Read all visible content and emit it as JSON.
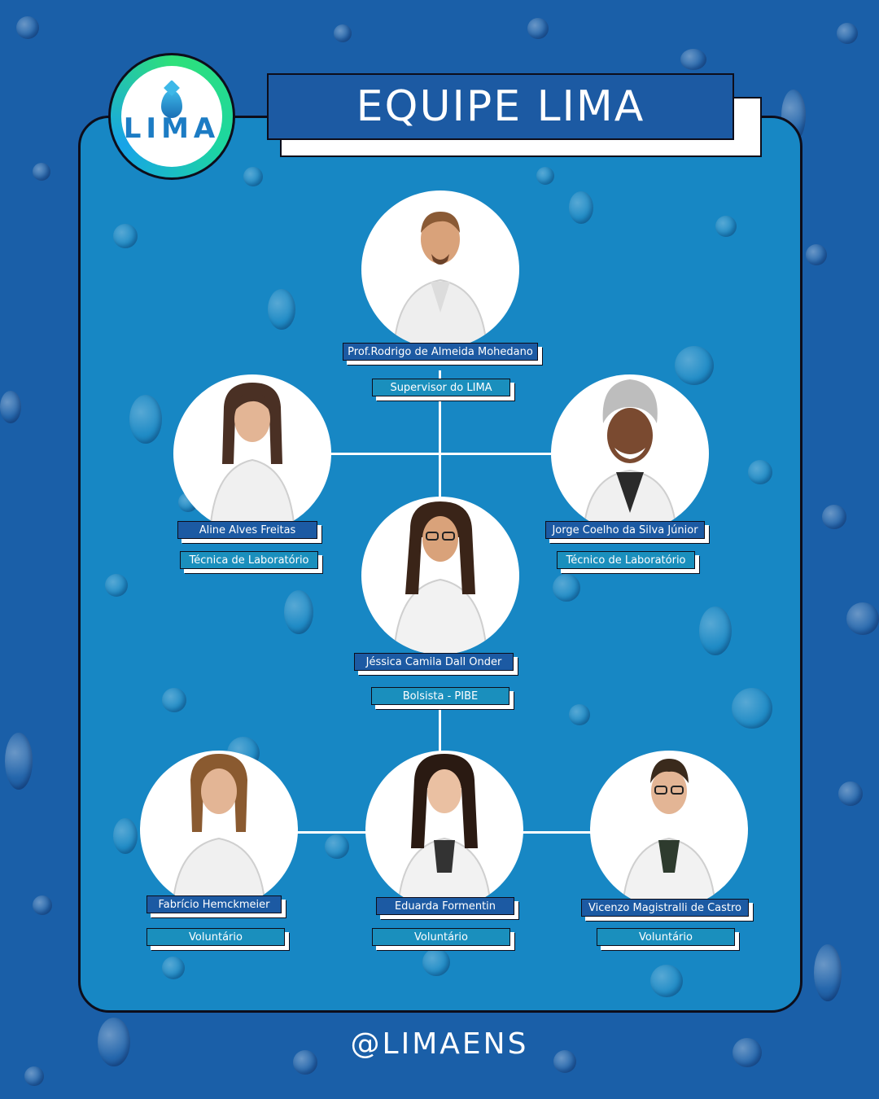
{
  "header": {
    "title": "EQUIPE LIMA"
  },
  "logo": {
    "text": "LIMA",
    "icon": "water-drop-icon"
  },
  "members": [
    {
      "id": "rodrigo",
      "name": "Prof.Rodrigo de Almeida Mohedano",
      "role": "Supervisor do LIMA"
    },
    {
      "id": "aline",
      "name": "Aline Alves Freitas",
      "role": "Técnica de Laboratório"
    },
    {
      "id": "jorge",
      "name": "Jorge Coelho da Silva Júnior",
      "role": "Técnico de Laboratório"
    },
    {
      "id": "jessica",
      "name": "Jéssica Camila Dall Onder",
      "role": "Bolsista - PIBE"
    },
    {
      "id": "fabricio",
      "name": "Fabrício Hemckmeier",
      "role": "Voluntário"
    },
    {
      "id": "eduarda",
      "name": "Eduarda Formentin",
      "role": "Voluntário"
    },
    {
      "id": "vicenzo",
      "name": "Vicenzo Magistralli de Castro",
      "role": "Voluntário"
    }
  ],
  "footer": {
    "handle": "@LIMAENS"
  },
  "colors": {
    "background": "#1a5fa8",
    "panel": "#1787c4",
    "name_label": "#1c5aa3",
    "role_label": "#1a8fbd"
  }
}
